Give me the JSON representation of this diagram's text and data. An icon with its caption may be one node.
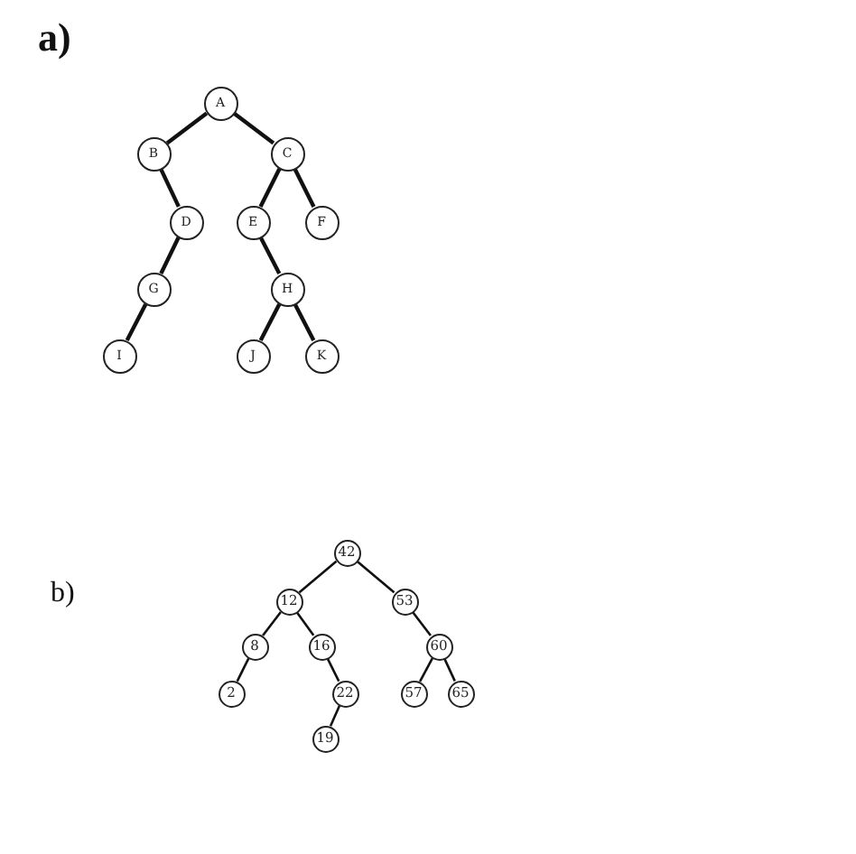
{
  "diagram": {
    "nodes": [
      {
        "text": [
          "A"
        ]
      },
      {
        "text": [
          "B"
        ]
      },
      {
        "text": [
          "C"
        ]
      },
      {
        "text": [
          "D"
        ]
      },
      {
        "text": [
          "E"
        ]
      },
      {
        "text": [
          "F"
        ]
      },
      {
        "text": [
          "G"
        ]
      },
      {
        "text": [
          "H"
        ]
      },
      {
        "text": [
          "I"
        ]
      },
      {
        "text": [
          "J"
        ]
      },
      {
        "text": [
          "K"
        ]
      },
      {
        "text": [
          "42"
        ]
      },
      {
        "text": [
          "12"
        ]
      },
      {
        "text": [
          "53"
        ]
      },
      {
        "text": [
          "8"
        ]
      },
      {
        "text": [
          "16"
        ]
      },
      {
        "text": [
          "60"
        ]
      },
      {
        "text": [
          "2"
        ]
      },
      {
        "text": [
          "22"
        ]
      },
      {
        "text": [
          "57"
        ]
      },
      {
        "text": [
          "65"
        ]
      },
      {
        "text": [
          "19"
        ]
      }
    ],
    "edges": [
      {
        "from": 0,
        "to": 1,
        "arrow": "none"
      },
      {
        "from": 0,
        "to": 2,
        "arrow": "none"
      },
      {
        "from": 1,
        "to": 3,
        "arrow": "none"
      },
      {
        "from": 3,
        "to": 6,
        "arrow": "none"
      },
      {
        "from": 6,
        "to": 8,
        "arrow": "none"
      },
      {
        "from": 2,
        "to": 4,
        "arrow": "none"
      },
      {
        "from": 2,
        "to": 5,
        "arrow": "none"
      },
      {
        "from": 4,
        "to": 7,
        "arrow": "none"
      },
      {
        "from": 7,
        "to": 9,
        "arrow": "none"
      },
      {
        "from": 7,
        "to": 10,
        "arrow": "none"
      },
      {
        "from": 11,
        "to": 12,
        "arrow": "none"
      },
      {
        "from": 11,
        "to": 13,
        "arrow": "none"
      },
      {
        "from": 12,
        "to": 14,
        "arrow": "none"
      },
      {
        "from": 12,
        "to": 15,
        "arrow": "none"
      },
      {
        "from": 14,
        "to": 17,
        "arrow": "none"
      },
      {
        "from": 15,
        "to": 18,
        "arrow": "none"
      },
      {
        "from": 18,
        "to": 21,
        "arrow": "none"
      },
      {
        "from": 13,
        "to": 16,
        "arrow": "none"
      },
      {
        "from": 16,
        "to": 19,
        "arrow": "none"
      },
      {
        "from": 16,
        "to": 20,
        "arrow": "none"
      }
    ],
    "labels": [
      "a)",
      "b)"
    ]
  }
}
